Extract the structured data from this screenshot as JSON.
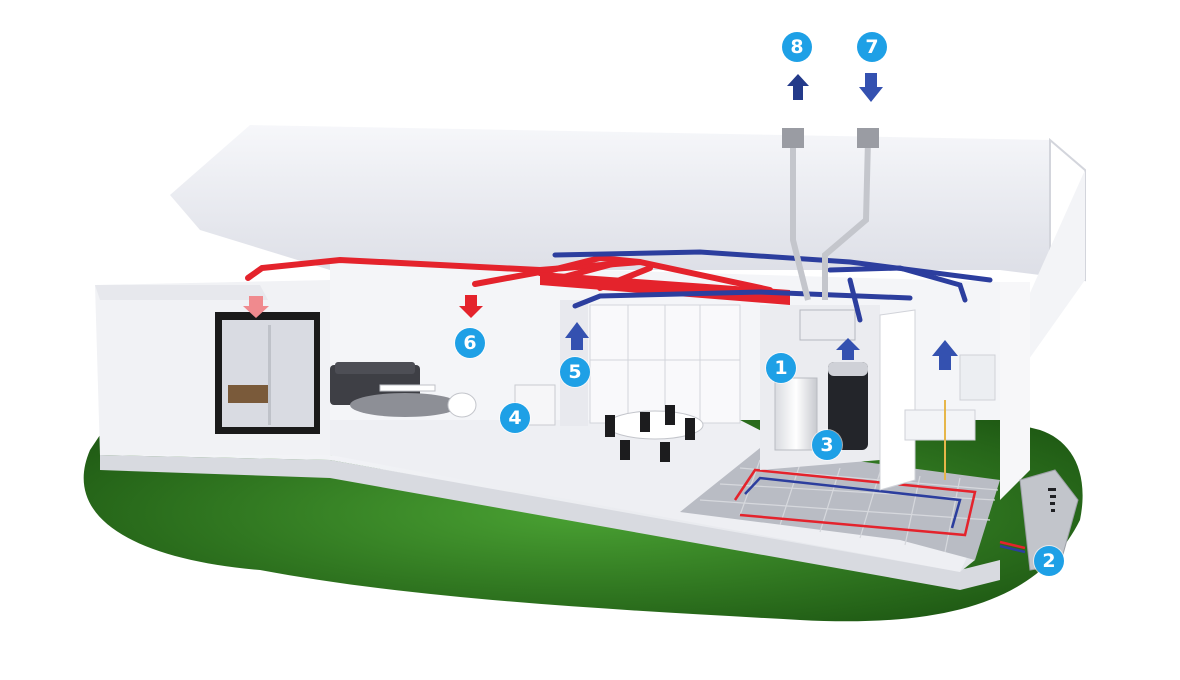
{
  "markers": [
    {
      "id": "1",
      "label": "1"
    },
    {
      "id": "2",
      "label": "2"
    },
    {
      "id": "3",
      "label": "3"
    },
    {
      "id": "4",
      "label": "4"
    },
    {
      "id": "5",
      "label": "5"
    },
    {
      "id": "6",
      "label": "6"
    },
    {
      "id": "7",
      "label": "7"
    },
    {
      "id": "8",
      "label": "8"
    }
  ],
  "colors": {
    "badge": "#1ea0e6",
    "supply_air": "#e4232c",
    "extract_air": "#2c3e9e",
    "exhaust_arrow": "#233a8a",
    "intake_arrow": "#3451b0",
    "grass": "#3f8f2a",
    "wall": "#f2f3f6",
    "roof": "#e9eaf0"
  }
}
